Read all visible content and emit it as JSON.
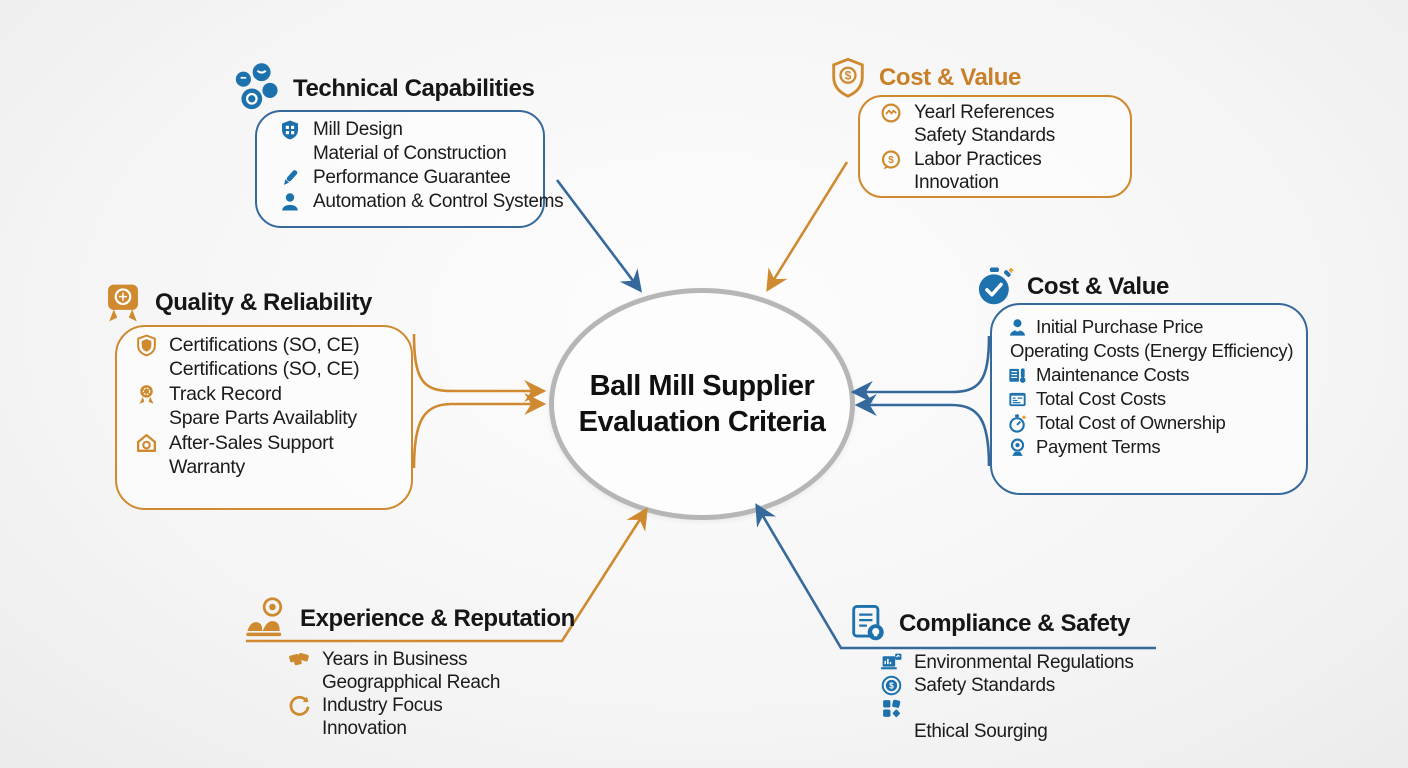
{
  "colors": {
    "blue_accent": "#35699b",
    "blue_icon": "#1d71ad",
    "orange_accent": "#cf8a2f",
    "orange_title": "#c9802a",
    "ellipse_border": "#b6b6b6",
    "text": "#1b1b1b"
  },
  "center": {
    "line1": "Ball Mill Supplier",
    "line2": "Evaluation Criteria"
  },
  "groups": [
    {
      "id": "technical",
      "title": "Technical Capabilities",
      "accent": "blue",
      "header_icon": "molecule-icon",
      "items": [
        {
          "icon": "shield-grid-icon",
          "text": "Mill Design"
        },
        {
          "icon": null,
          "text": "Material of Construction"
        },
        {
          "icon": "pencil-icon",
          "text": "Performance Guarantee"
        },
        {
          "icon": "person-icon",
          "text": "Automation & Control Systems"
        }
      ]
    },
    {
      "id": "cost-value-top",
      "title": "Cost & Value",
      "accent": "orange",
      "header_icon": "shield-dollar-icon",
      "items": [
        {
          "icon": "handshake-circle-icon",
          "text": "Yearl References"
        },
        {
          "icon": null,
          "text": "Safety Standards"
        },
        {
          "icon": "dollar-bubble-icon",
          "text": "Labor Practices"
        },
        {
          "icon": null,
          "text": "Innovation"
        }
      ]
    },
    {
      "id": "quality",
      "title": "Quality & Reliability",
      "accent": "orange",
      "header_icon": "badge-icon",
      "items": [
        {
          "icon": "shield-icon",
          "text": "Certifications (SO, CE)"
        },
        {
          "icon": null,
          "text": "Certifications (SO, CE)"
        },
        {
          "icon": "medal-icon",
          "text": "Track Record"
        },
        {
          "icon": null,
          "text": "Spare Parts Availablity"
        },
        {
          "icon": "house-lens-icon",
          "text": "After-Sales Support"
        },
        {
          "icon": null,
          "text": "Warranty"
        }
      ]
    },
    {
      "id": "cost-value-right",
      "title": "Cost & Value",
      "accent": "blue",
      "header_icon": "stopwatch-icon",
      "items": [
        {
          "icon": "person-icon",
          "text": "Initial Purchase Price"
        },
        {
          "icon": null,
          "text": "Operating Costs (Energy Efficiency)"
        },
        {
          "icon": "doc-thermo-icon",
          "text": "Maintenance Costs"
        },
        {
          "icon": "calendar-icon",
          "text": "Total Cost Costs"
        },
        {
          "icon": "stopwatch-small-icon",
          "text": "Total Cost of Ownership"
        },
        {
          "icon": "webcam-icon",
          "text": "Payment Terms"
        }
      ]
    },
    {
      "id": "experience",
      "title": "Experience & Reputation",
      "accent": "orange",
      "header_icon": "people-target-icon",
      "items": [
        {
          "icon": "handshake-icon",
          "text": "Years in Business"
        },
        {
          "icon": null,
          "text": "Geograpphical Reach"
        },
        {
          "icon": "refresh-icon",
          "text": "Industry Focus"
        },
        {
          "icon": null,
          "text": "Innovation"
        }
      ]
    },
    {
      "id": "compliance",
      "title": "Compliance & Safety",
      "accent": "blue",
      "header_icon": "doc-bulb-icon",
      "items": [
        {
          "icon": "laptop-chart-icon",
          "text": "Environmental Regulations"
        },
        {
          "icon": "coin-icon",
          "text": "Safety Standards"
        },
        {
          "icon": "puzzle-icon",
          "text": ""
        },
        {
          "icon": null,
          "text": "Ethical Sourging"
        }
      ]
    }
  ]
}
